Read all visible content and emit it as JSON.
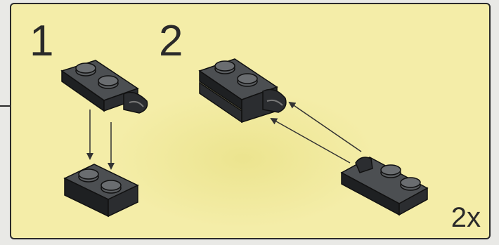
{
  "instructions": {
    "steps": [
      {
        "number": "1"
      },
      {
        "number": "2"
      }
    ],
    "quantity_label": "2x"
  },
  "colors": {
    "panel_background": "#f4eda8",
    "brick_top": "#4c4f52",
    "brick_side": "#2b2d30",
    "brick_front": "#1e2022",
    "arrow": "#333333"
  },
  "icons": [
    "lego-hinge-plate-icon",
    "lego-plate-1x2-icon",
    "arrow-down-icon",
    "arrow-diagonal-icon"
  ]
}
